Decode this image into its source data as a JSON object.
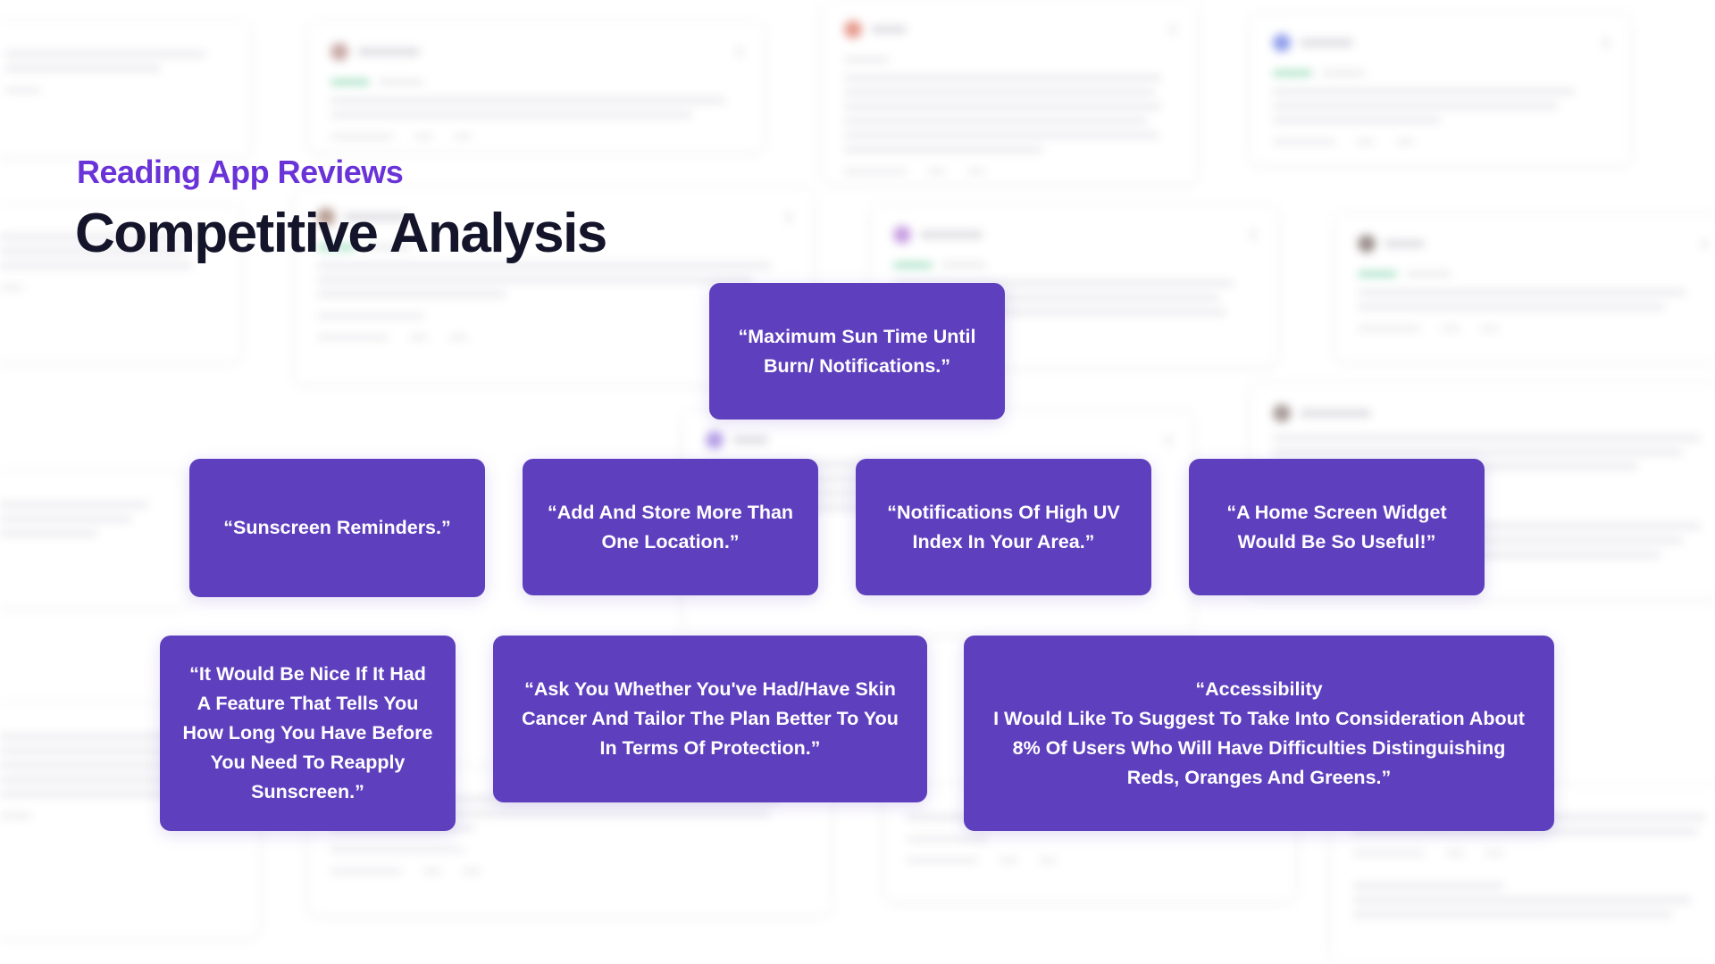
{
  "header": {
    "subtitle": "Reading App Reviews",
    "title": "Competitive Analysis"
  },
  "quotes": [
    "“Maximum Sun Time Until\nBurn/ Notifications.”",
    "“Sunscreen Reminders.”",
    "“Add And Store More Than\nOne Location.”",
    "“Notifications Of High UV\nIndex In Your Area.”",
    "“A Home Screen Widget\nWould Be So Useful!”",
    "“It Would Be Nice If It Had\nA Feature That Tells You\nHow Long You Have Before\nYou Need To Reapply\nSunscreen.”",
    "“Ask You Whether You've Had/Have Skin\nCancer And Tailor The Plan Better To You\nIn Terms Of Protection.”",
    "“Accessibility\nI Would Like To Suggest To Take Into Consideration About\n8% Of Users Who Will Have Difficulties Distinguishing\nReds, Oranges And Greens.”"
  ],
  "colors": {
    "accent": "#6a33d8",
    "card": "#5e3fbe",
    "title": "#14142b"
  }
}
